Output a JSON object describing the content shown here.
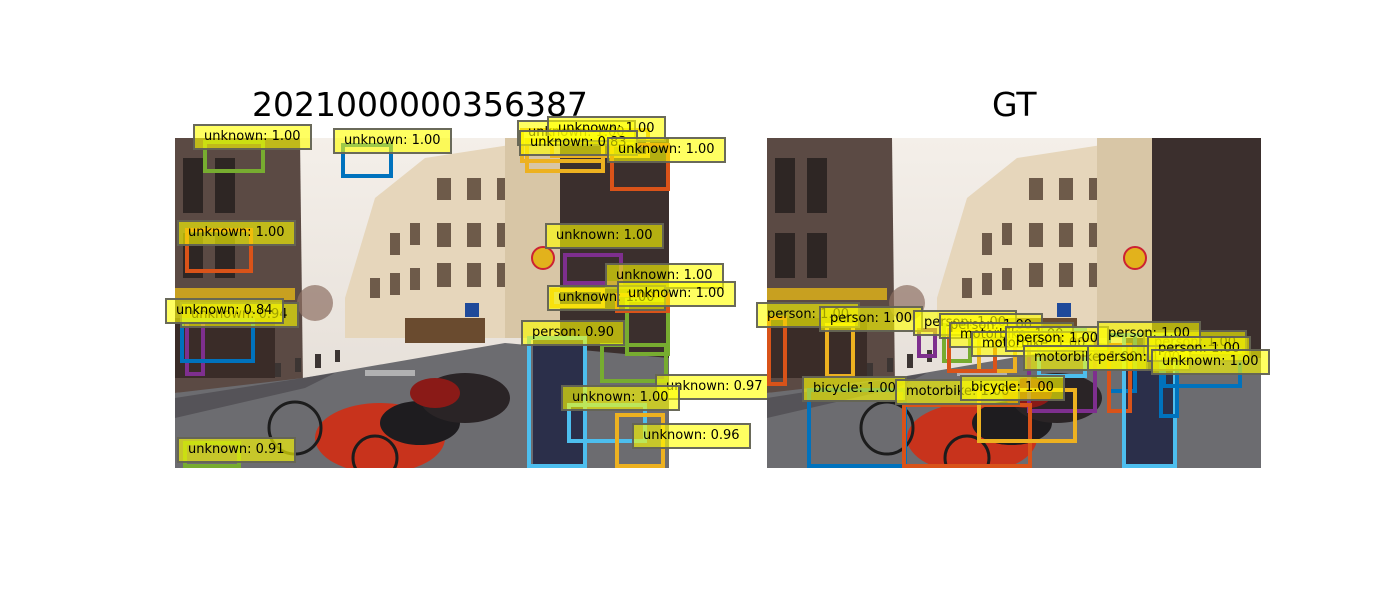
{
  "left_panel": {
    "title": "2021000000356387",
    "detections": [
      {
        "label": "unknown: 1.00",
        "color": "#77ac30"
      },
      {
        "label": "unknown: 1.00",
        "color": "#0072bd"
      },
      {
        "label": "unknown: 1.00",
        "color": "#edb120"
      },
      {
        "label": "unknown: 1.00",
        "color": "#edb120"
      },
      {
        "label": "unknown: 0.83",
        "color": "#edb120"
      },
      {
        "label": "unknown: 1.00",
        "color": "#d95319"
      },
      {
        "label": "unknown: 1.00",
        "color": "#d95319"
      },
      {
        "label": "unknown: 1.00",
        "color": "#7e2f8e"
      },
      {
        "label": "unknown: 1.00",
        "color": "#77ac30"
      },
      {
        "label": "unknown: 1.00",
        "color": "#d95319"
      },
      {
        "label": "unknown: 1.00",
        "color": "#edb120"
      },
      {
        "label": "unknown: 0.94",
        "color": "#7e2f8e"
      },
      {
        "label": "unknown: 0.84",
        "color": "#0072bd"
      },
      {
        "label": "person: 0.90",
        "color": "#4dbeee"
      },
      {
        "label": "unknown: 0.97",
        "color": "#77ac30"
      },
      {
        "label": "unknown: 1.00",
        "color": "#4dbeee"
      },
      {
        "label": "unknown: 0.96",
        "color": "#edb120"
      },
      {
        "label": "unknown: 0.91",
        "color": "#77ac30"
      }
    ]
  },
  "right_panel": {
    "title": "GT",
    "detections": [
      {
        "label": "person: 1.00",
        "color": "#d95319"
      },
      {
        "label": "person: 1.00",
        "color": "#edb120"
      },
      {
        "label": "person: 1.00",
        "color": "#7e2f8e"
      },
      {
        "label": "person: 1.00",
        "color": "#77ac30"
      },
      {
        "label": "motorbike: 1.00",
        "color": "#edb120"
      },
      {
        "label": "motorbike: 1.00",
        "color": "#d95319"
      },
      {
        "label": "person: 1.00",
        "color": "#4dbeee"
      },
      {
        "label": "motorbike: 1.00",
        "color": "#7e2f8e"
      },
      {
        "label": "person: 1.00",
        "color": "#0072bd"
      },
      {
        "label": "person: 1.00",
        "color": "#d95319"
      },
      {
        "label": "person: 1.00",
        "color": "#4dbeee"
      },
      {
        "label": "person: 1.00",
        "color": "#0072bd"
      },
      {
        "label": "unknown: 1.00",
        "color": "#0072bd"
      },
      {
        "label": "bicycle: 1.00",
        "color": "#0072bd"
      },
      {
        "label": "motorbike: 1.00",
        "color": "#d95319"
      },
      {
        "label": "bicycle: 1.00",
        "color": "#edb120"
      }
    ]
  }
}
